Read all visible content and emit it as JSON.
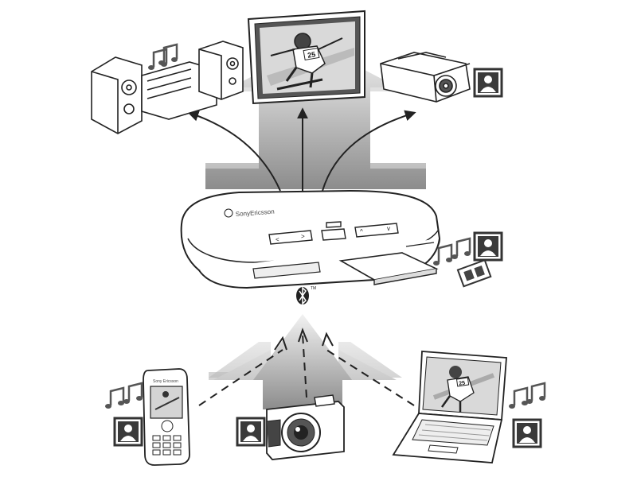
{
  "hub": {
    "brand_text": "SonyEricsson",
    "bluetooth_symbol": "bluetooth-icon",
    "tm_mark": "TM"
  },
  "tv": {
    "bib_number": "25"
  },
  "laptop": {
    "bib_number": "25"
  },
  "phone": {
    "brand_text": "Sony Ericsson"
  },
  "icons": {
    "music": "music-notes-icon",
    "photo": "photo-icon",
    "video": "film-strip-icon"
  },
  "colors": {
    "line": "#222222",
    "arrow_dark": "#9a9a9a",
    "arrow_light": "#f4f4f4",
    "photo_frame": "#333333"
  }
}
